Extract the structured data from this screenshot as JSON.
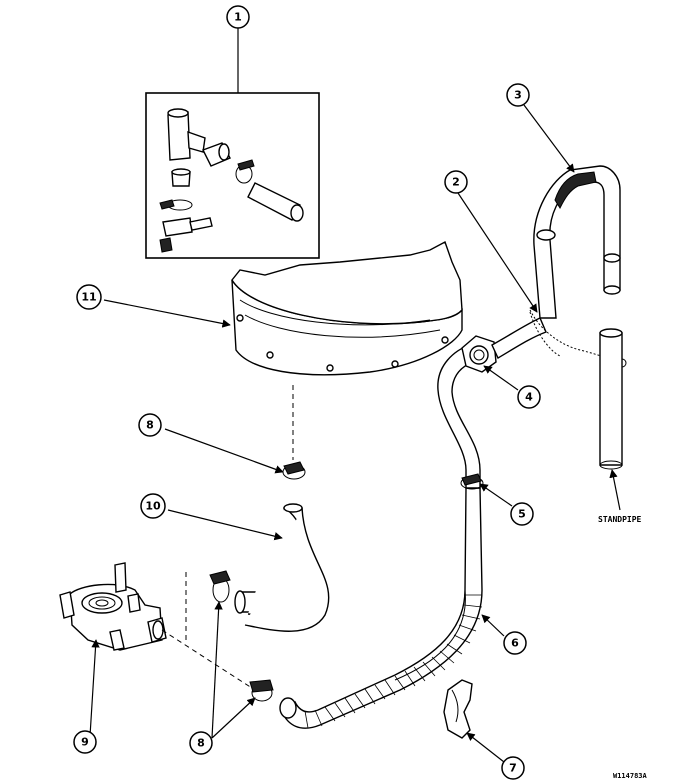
{
  "callouts": {
    "c1": "1",
    "c2": "2",
    "c3": "3",
    "c4": "4",
    "c5": "5",
    "c6": "6",
    "c7": "7",
    "c8a": "8",
    "c8b": "8",
    "c9": "9",
    "c10": "10",
    "c11": "11"
  },
  "labels": {
    "standpipe": "STANDPIPE",
    "figure_code": "W114783A"
  }
}
